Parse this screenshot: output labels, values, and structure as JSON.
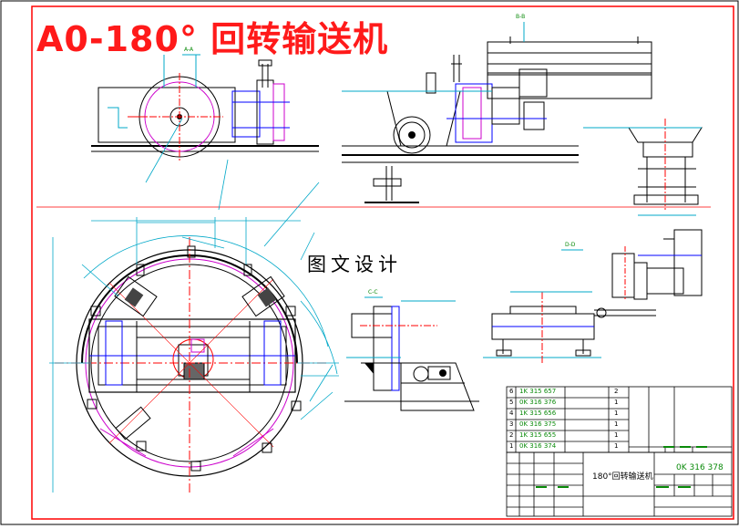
{
  "title": "A0-180° 回转输送机",
  "watermark": "图文设计",
  "section_labels": [
    "A-A",
    "B-B",
    "C-C",
    "D-D"
  ],
  "parts_list": [
    {
      "no": "6",
      "code": "1K 315 657",
      "qty": "2"
    },
    {
      "no": "5",
      "code": "0K 316 376",
      "qty": "1"
    },
    {
      "no": "4",
      "code": "1K 315 656",
      "qty": "1"
    },
    {
      "no": "3",
      "code": "0K 316 375",
      "qty": "1"
    },
    {
      "no": "2",
      "code": "1K 315 655",
      "qty": "1"
    },
    {
      "no": "1",
      "code": "0K 316 374",
      "qty": "1"
    }
  ],
  "title_block": {
    "drawing_no": "0K 316 378",
    "name": "180°回转输送机"
  },
  "colors": {
    "border": "#ff0000",
    "outline": "#000000",
    "centerline": "#ff0000",
    "dimension": "#00a8c8",
    "detail": "#0000ff",
    "accent": "#cc00cc"
  }
}
